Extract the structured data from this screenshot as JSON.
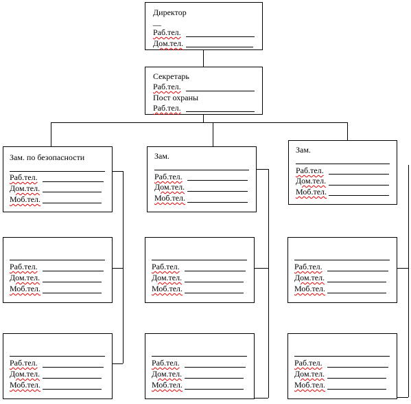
{
  "director": {
    "title": "Директор",
    "dash": "__",
    "work_phone": "Раб.тел.",
    "home_phone": "Дом.тел."
  },
  "secretary": {
    "title": "Секретарь",
    "work_phone": "Раб.тел.",
    "guard_post": "Пост охраны",
    "guard_work_phone": "Раб.тел."
  },
  "deputies": [
    {
      "title": "Зам. по безопасности",
      "work_phone": "Раб.тел.",
      "home_phone": "Дом.тел.",
      "mobile_phone": "Моб.тел."
    },
    {
      "title": "Зам.",
      "work_phone": "Раб.тел.",
      "home_phone": "Дом.тел.",
      "mobile_phone": "Моб.тел."
    },
    {
      "title": "Зам.",
      "work_phone": "Раб.тел.",
      "home_phone": "Дом.тел.",
      "mobile_phone": "Моб.тел."
    }
  ],
  "subordinates": {
    "work_phone": "Раб.тел.",
    "home_phone": "Дом.тел.",
    "mobile_phone": "Моб.тел."
  }
}
